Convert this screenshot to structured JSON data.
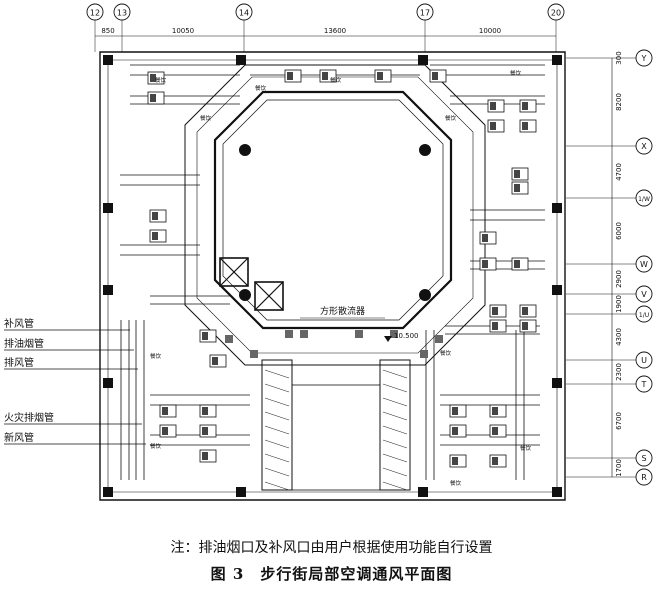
{
  "figure": {
    "note": "注：排油烟口及补风口由用户根据使用功能自行设置",
    "title": "图 3　步行街局部空调通风平面图"
  },
  "axes": {
    "top": [
      "12",
      "13",
      "14",
      "17",
      "20"
    ],
    "right": [
      "Y",
      "X",
      "1/W",
      "W",
      "V",
      "1/U",
      "U",
      "T",
      "S",
      "R"
    ]
  },
  "dimensions": {
    "top": [
      "850",
      "10050",
      "13600",
      "10000"
    ],
    "right": [
      "300",
      "8200",
      "4700",
      "6000",
      "2900",
      "1900",
      "4300",
      "2300",
      "6700",
      "1700"
    ]
  },
  "legend": [
    "补风管",
    "排油烟管",
    "排风管",
    "火灾排烟管",
    "新风管"
  ],
  "labels": {
    "diffuser": "方形散流器",
    "elevation": "10.500",
    "equipment": "餐饮"
  }
}
